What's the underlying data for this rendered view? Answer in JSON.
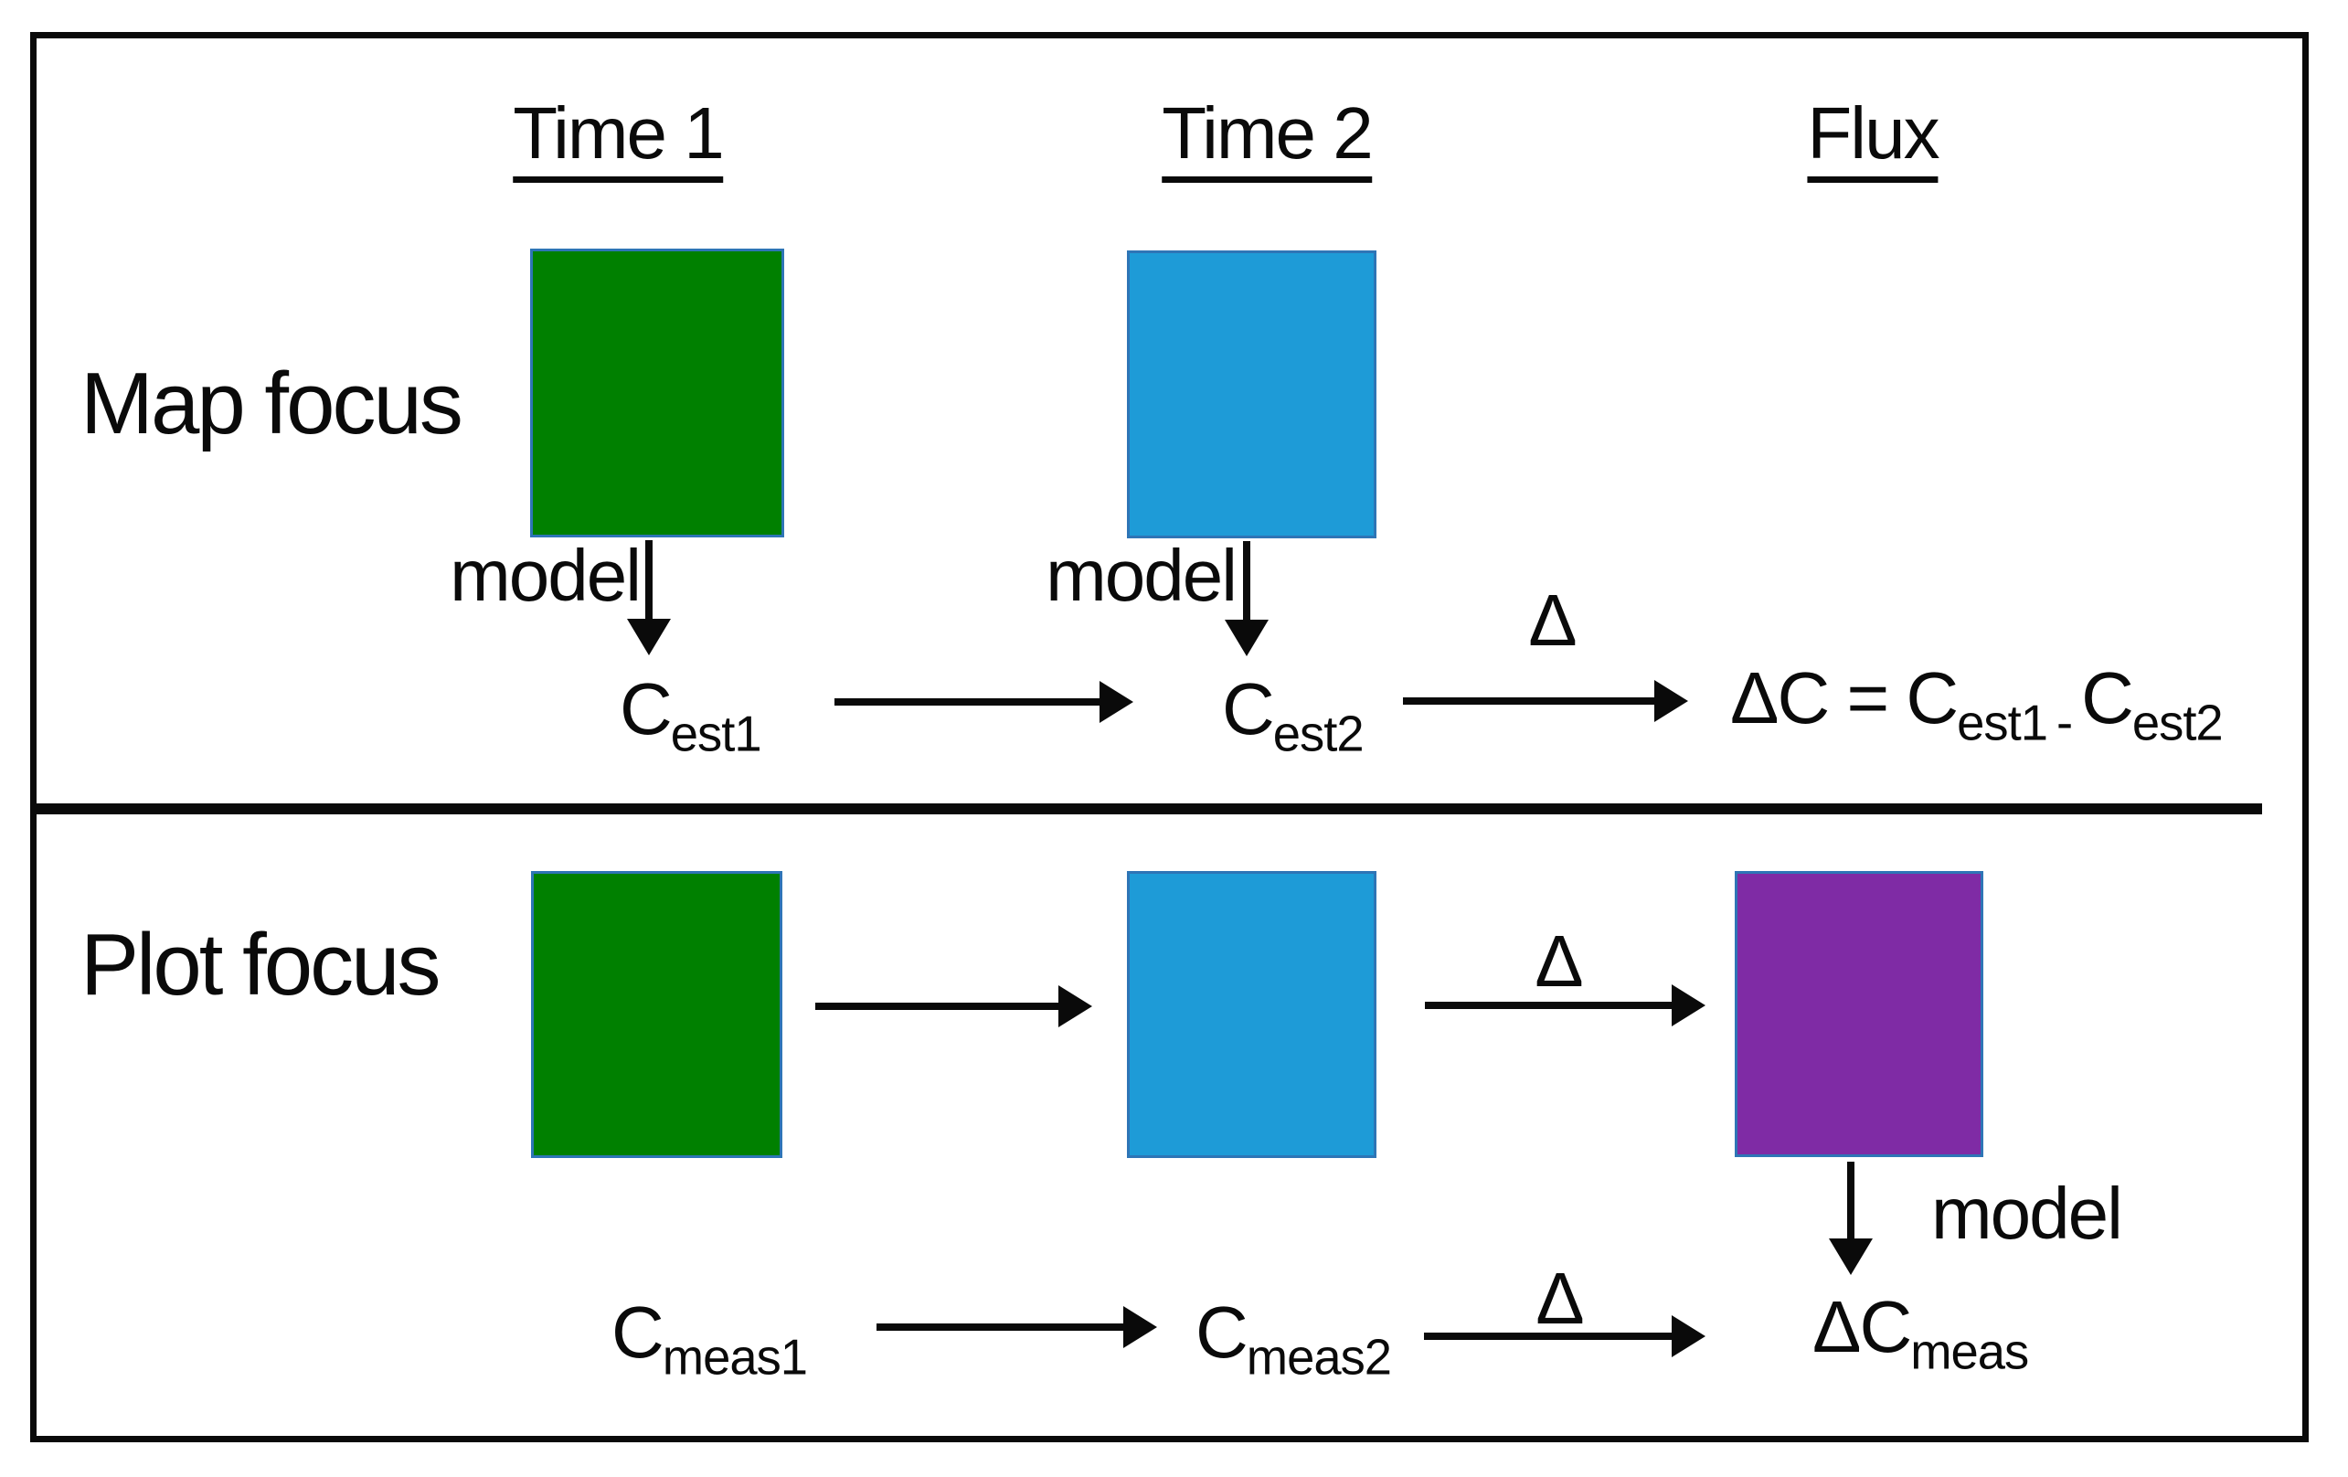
{
  "figure": {
    "columns": [
      "Time 1",
      "Time 2",
      "Flux"
    ],
    "row_labels": {
      "map": "Map focus",
      "plot": "Plot focus"
    },
    "model_label": "model",
    "delta_label": "Δ",
    "map_row": {
      "cest1": {
        "base": "C",
        "sub": "est1"
      },
      "cest2": {
        "base": "C",
        "sub": "est2"
      },
      "flux_formula": {
        "lead": "ΔC = C",
        "sub1": "est1",
        "minus": "-",
        "base2": "C",
        "sub2": "est2"
      }
    },
    "plot_row": {
      "cmeas1": {
        "base": "C",
        "sub": "meas1"
      },
      "cmeas2": {
        "base": "C",
        "sub": "meas2"
      },
      "flux_result": {
        "base": "ΔC",
        "sub": "meas"
      }
    },
    "colors": {
      "time1_square": "#008000",
      "time2_square": "#1E9BD7",
      "flux_square": "#7F2BA5",
      "square_border": "#2E75B6",
      "line_color": "#0a0a0a"
    }
  }
}
